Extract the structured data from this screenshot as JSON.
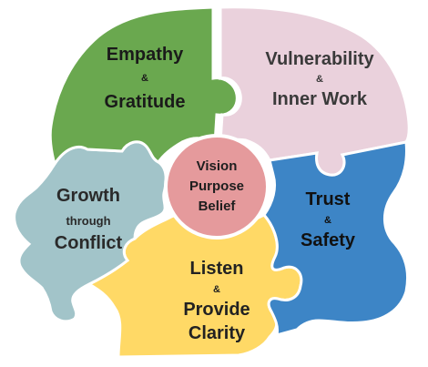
{
  "center": {
    "lines": [
      "Vision",
      "Purpose",
      "Belief"
    ],
    "color": "#e59a9c"
  },
  "pieces": [
    {
      "key": "top_left",
      "lines": [
        "Empathy",
        "&",
        "Gratitude"
      ],
      "color": "#6aa84f"
    },
    {
      "key": "top_right",
      "lines": [
        "Vulnerability",
        "&",
        "Inner Work"
      ],
      "color": "#ead1dc"
    },
    {
      "key": "right",
      "lines": [
        "Trust",
        "&",
        "Safety"
      ],
      "color": "#3d85c6"
    },
    {
      "key": "bottom",
      "lines": [
        "Listen",
        "&",
        "Provide",
        "Clarity"
      ],
      "color": "#ffd966"
    },
    {
      "key": "left",
      "lines": [
        "Growth",
        "through",
        "Conflict"
      ],
      "color": "#a2c4c9"
    }
  ]
}
